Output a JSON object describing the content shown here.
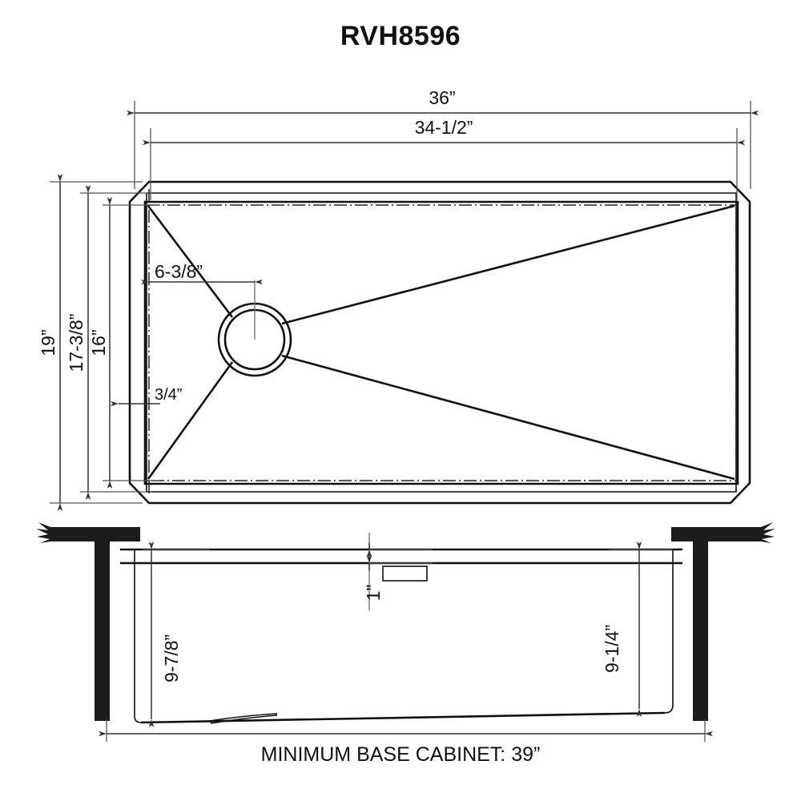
{
  "drawing": {
    "title": "RVH8596",
    "caption": "MINIMUM BASE CABINET: 39”",
    "units": "inches",
    "line_color": "#111111",
    "background_color": "#ffffff",
    "accent_color": "#1b1b1b"
  },
  "top_view": {
    "name": "top-view",
    "dimensions": {
      "overall_width": "36”",
      "inner_width": "34-1/2”",
      "overall_depth": "19”",
      "inner_depth": "17-3/8”",
      "basin_depth": "16”",
      "drain_offset_from_left": "6-3/8”",
      "rim_thickness": "3/4”"
    }
  },
  "front_view": {
    "name": "front-view",
    "dimensions": {
      "left_bowl_depth": "9-7/8”",
      "right_bowl_depth": "9-1/4”",
      "rim_drop": "1”",
      "minimum_base_cabinet": "39”"
    }
  },
  "labels": {
    "width_36": "36”",
    "width_34_5": "34-1/2”",
    "depth_19": "19”",
    "depth_17_375": "17-3/8”",
    "depth_16": "16”",
    "drain_offset": "6-3/8”",
    "rim_thickness": "3/4”",
    "bowl_left": "9-7/8”",
    "bowl_right": "9-1/4”",
    "rim_drop": "1”"
  }
}
